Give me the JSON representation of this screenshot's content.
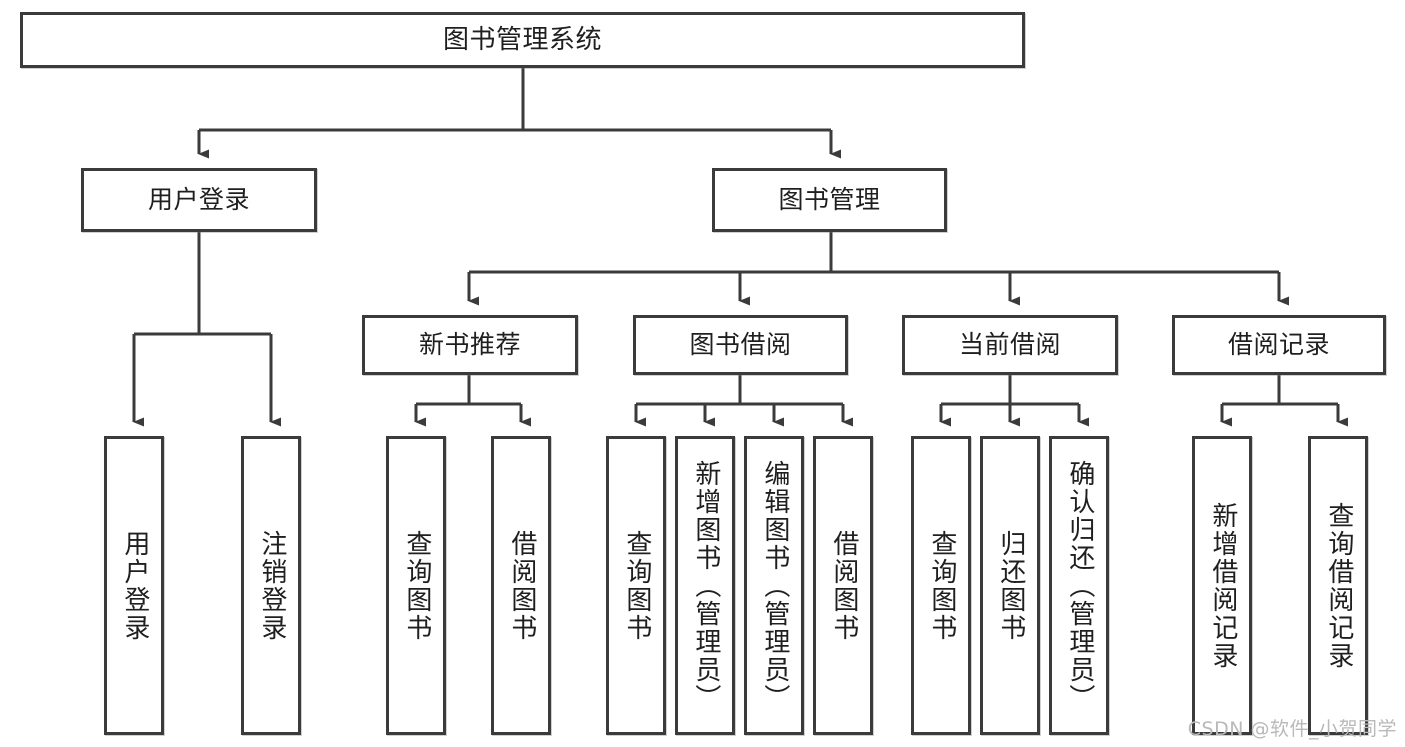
{
  "diagram": {
    "title": "图书管理系统",
    "type": "hierarchy-tree",
    "orientation": "top-down",
    "colors": {
      "box_border": "#3b3b3b",
      "box_fill": "#ffffff",
      "edge": "#3b3b3b",
      "text": "#1f1f1f",
      "watermark": "#b9b9b9",
      "background": "#ffffff"
    },
    "root": {
      "label": "图书管理系统"
    },
    "level2": [
      {
        "label": "用户登录"
      },
      {
        "label": "图书管理"
      }
    ],
    "level3": [
      {
        "label": "新书推荐"
      },
      {
        "label": "图书借阅"
      },
      {
        "label": "当前借阅"
      },
      {
        "label": "借阅记录"
      }
    ],
    "leaves": [
      {
        "label": "用户登录"
      },
      {
        "label": "注销登录"
      },
      {
        "label": "查询图书"
      },
      {
        "label": "借阅图书"
      },
      {
        "label": "查询图书"
      },
      {
        "label": "新增图书（管理员）"
      },
      {
        "label": "编辑图书（管理员）"
      },
      {
        "label": "借阅图书"
      },
      {
        "label": "查询图书"
      },
      {
        "label": "归还图书"
      },
      {
        "label": "确认归还（管理员）"
      },
      {
        "label": "新增借阅记录"
      },
      {
        "label": "查询借阅记录"
      }
    ]
  },
  "watermark": {
    "text": "CSDN @软件_小贺同学"
  }
}
